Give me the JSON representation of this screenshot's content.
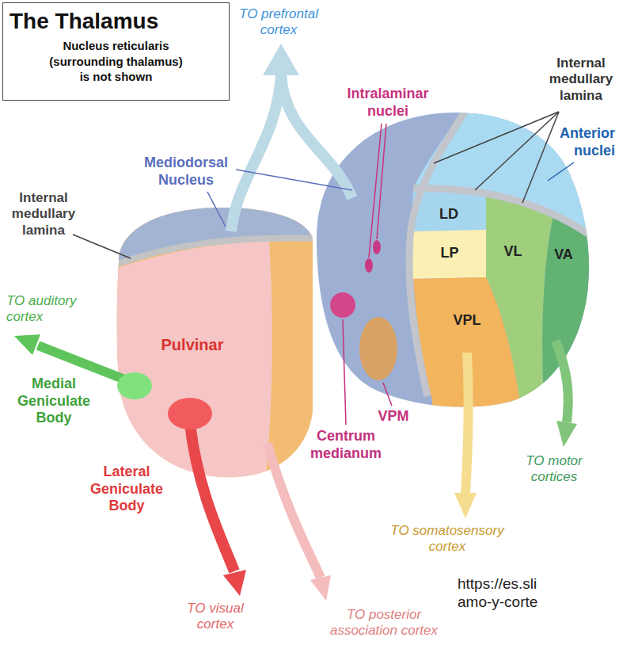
{
  "diagram": {
    "title": "The Thalamus",
    "nodes": [
      {
        "text": [
          "Nucleus reticularis (surrounding thalamus) is not shown"
        ]
      },
      {
        "text": [
          "LD"
        ]
      },
      {
        "text": [
          "LP"
        ]
      },
      {
        "text": [
          "VL"
        ]
      },
      {
        "text": [
          "VA"
        ]
      },
      {
        "text": [
          "VPL"
        ]
      },
      {
        "text": [
          "Pulvinar"
        ]
      }
    ],
    "labels": [
      "TO prefrontal cortex",
      "Internal medullary lamina",
      "Intralaminar nuclei",
      "Mediodorsal Nucleus",
      "Anterior nuclei",
      "Internal medullary lamina",
      "TO auditory cortex",
      "Medial Geniculate Body",
      "Lateral Geniculate Body",
      "VPM",
      "Centrum medianum",
      "TO motor cortices",
      "TO somatosensory cortex",
      "TO visual cortex",
      "TO posterior association cortex",
      "https://es.sli amo-y-corte"
    ]
  }
}
